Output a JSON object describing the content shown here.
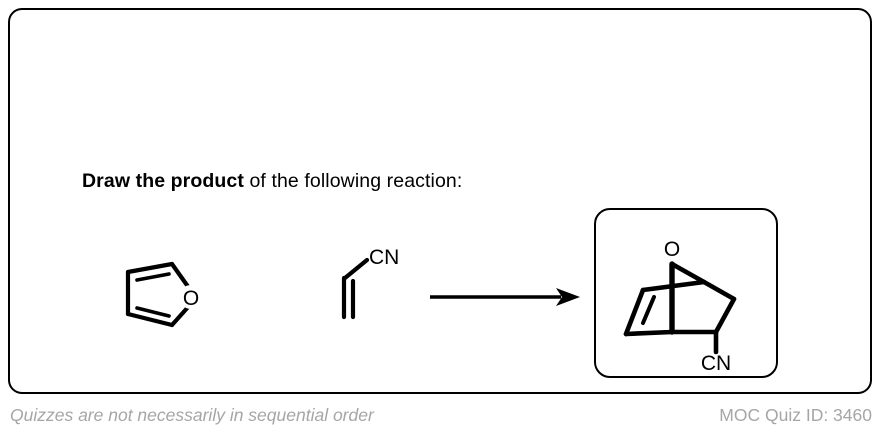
{
  "card": {
    "prompt": {
      "emphasis": "Draw the product",
      "rest": " of the following reaction:"
    }
  },
  "reaction": {
    "reactant_1": {
      "name": "furan",
      "atom_labels": [
        "O"
      ]
    },
    "reactant_2": {
      "name": "acrylonitrile",
      "atom_labels": [
        "CN"
      ]
    },
    "arrow": {
      "name": "reaction-arrow",
      "label": ""
    },
    "product": {
      "name": "7-oxabicyclo[2.2.1]hept-5-ene-2-carbonitrile",
      "atom_labels": [
        "O",
        "CN"
      ]
    }
  },
  "labels": {
    "furan_oxygen": "O",
    "acrylonitrile_cn": "CN",
    "product_oxygen": "O",
    "product_cn": "CN"
  },
  "footer": {
    "note": "Quizzes are not necessarily in sequential order",
    "quiz_id": "MOC Quiz ID: 3460"
  },
  "colors": {
    "border": "#000000",
    "text": "#000000",
    "footer_text": "#a6a6a6",
    "background": "#ffffff"
  }
}
